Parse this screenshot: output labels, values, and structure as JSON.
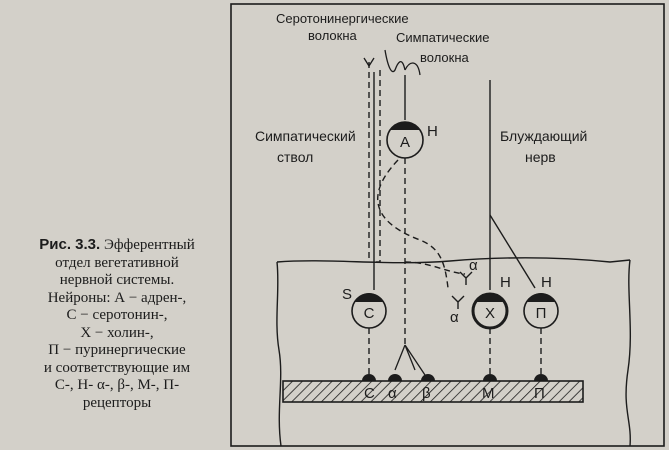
{
  "caption": {
    "figure_label": "Рис. 3.3.",
    "lines": [
      "Эфферентный",
      "отдел вегетативной",
      "нервной системы.",
      "Нейроны: А − адрен-,",
      "С − серотонин-,",
      "Х − холин-,",
      "П − пуринергические",
      "и соответствующие им",
      "С-, Н- α-, β-, М-, П-",
      "рецепторы"
    ]
  },
  "labels": {
    "serotonin_fibers_line1": "Серотонинергические",
    "serotonin_fibers_line2": "волокна",
    "sympathetic_fibers_line1": "Симпатические",
    "sympathetic_fibers_line2": "волокна",
    "sympathetic_trunk_line1": "Симпатический",
    "sympathetic_trunk_line2": "ствол",
    "vagus_line1": "Блуждающий",
    "vagus_line2": "нерв"
  },
  "neurons": {
    "adrenergic": "А",
    "serotonergic": "С",
    "cholinergic": "Х",
    "purinergic": "П"
  },
  "receptor_marks": {
    "h_on_adrenergic": "Н",
    "s_on_serotonergic": "S",
    "h_on_cholinergic": "Н",
    "h_on_purinergic": "Н",
    "alpha_upper": "α",
    "alpha_lower": "α"
  },
  "effector_labels": [
    "С",
    "α",
    "β",
    "М",
    "П"
  ],
  "colors": {
    "background": "#d3d0c9",
    "ink": "#1c1c1c"
  }
}
